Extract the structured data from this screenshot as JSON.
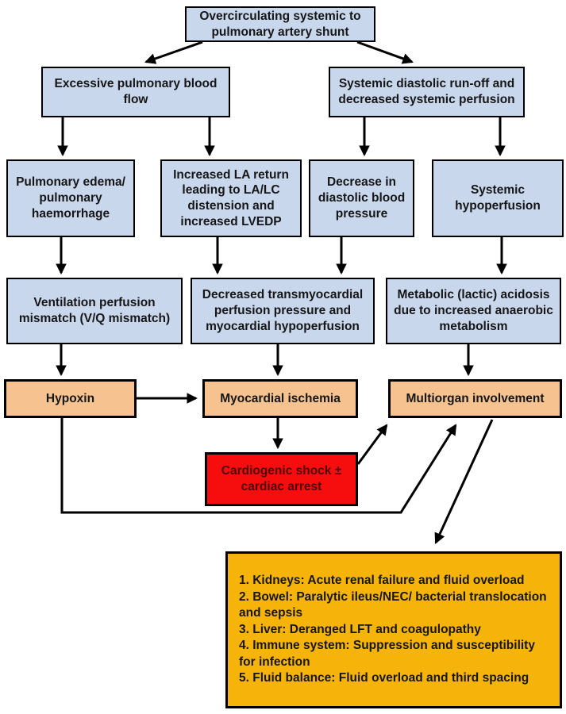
{
  "diagram_title": "Overcirculating systemic to pulmonary artery shunt flowchart",
  "colors": {
    "node_blue": "#c9d7ec",
    "node_orange": "#f6c28f",
    "node_red": "#f60d0d",
    "node_gold": "#f6b40b",
    "shock_text": "#4d0909",
    "border_and_arrows": "#000000"
  },
  "nodes": {
    "root": "Overcirculating systemic to pulmonary artery shunt",
    "excessive_flow": "Excessive pulmonary blood flow",
    "systemic_runoff": "Systemic diastolic run-off and decreased systemic perfusion",
    "pulmonary_edema": "Pulmonary edema/ pulmonary haemorrhage",
    "la_return": "Increased LA return leading to LA/LC distension and increased LVEDP",
    "dbp_decrease": "Decrease in diastolic blood pressure",
    "systemic_hypoperfusion": "Systemic hypoperfusion",
    "vq_mismatch": "Ventilation perfusion mismatch (V/Q mismatch)",
    "transmyocardial": "Decreased transmyocardial perfusion pressure and myocardial hypoperfusion",
    "metabolic_acidosis": "Metabolic (lactic) acidosis due to increased anaerobic metabolism",
    "hypoxin": "Hypoxin",
    "myocardial_ischemia": "Myocardial ischemia",
    "multiorgan": "Multiorgan involvement",
    "cardiogenic_shock": "Cardiogenic shock ± cardiac arrest",
    "organ_list": [
      "1. Kidneys: Acute renal failure and fluid overload",
      "2. Bowel: Paralytic ileus/NEC/ bacterial translocation and sepsis",
      "3. Liver: Deranged LFT and coagulopathy",
      "4. Immune system: Suppression and susceptibility for infection",
      "5. Fluid balance: Fluid overload and third spacing"
    ]
  }
}
